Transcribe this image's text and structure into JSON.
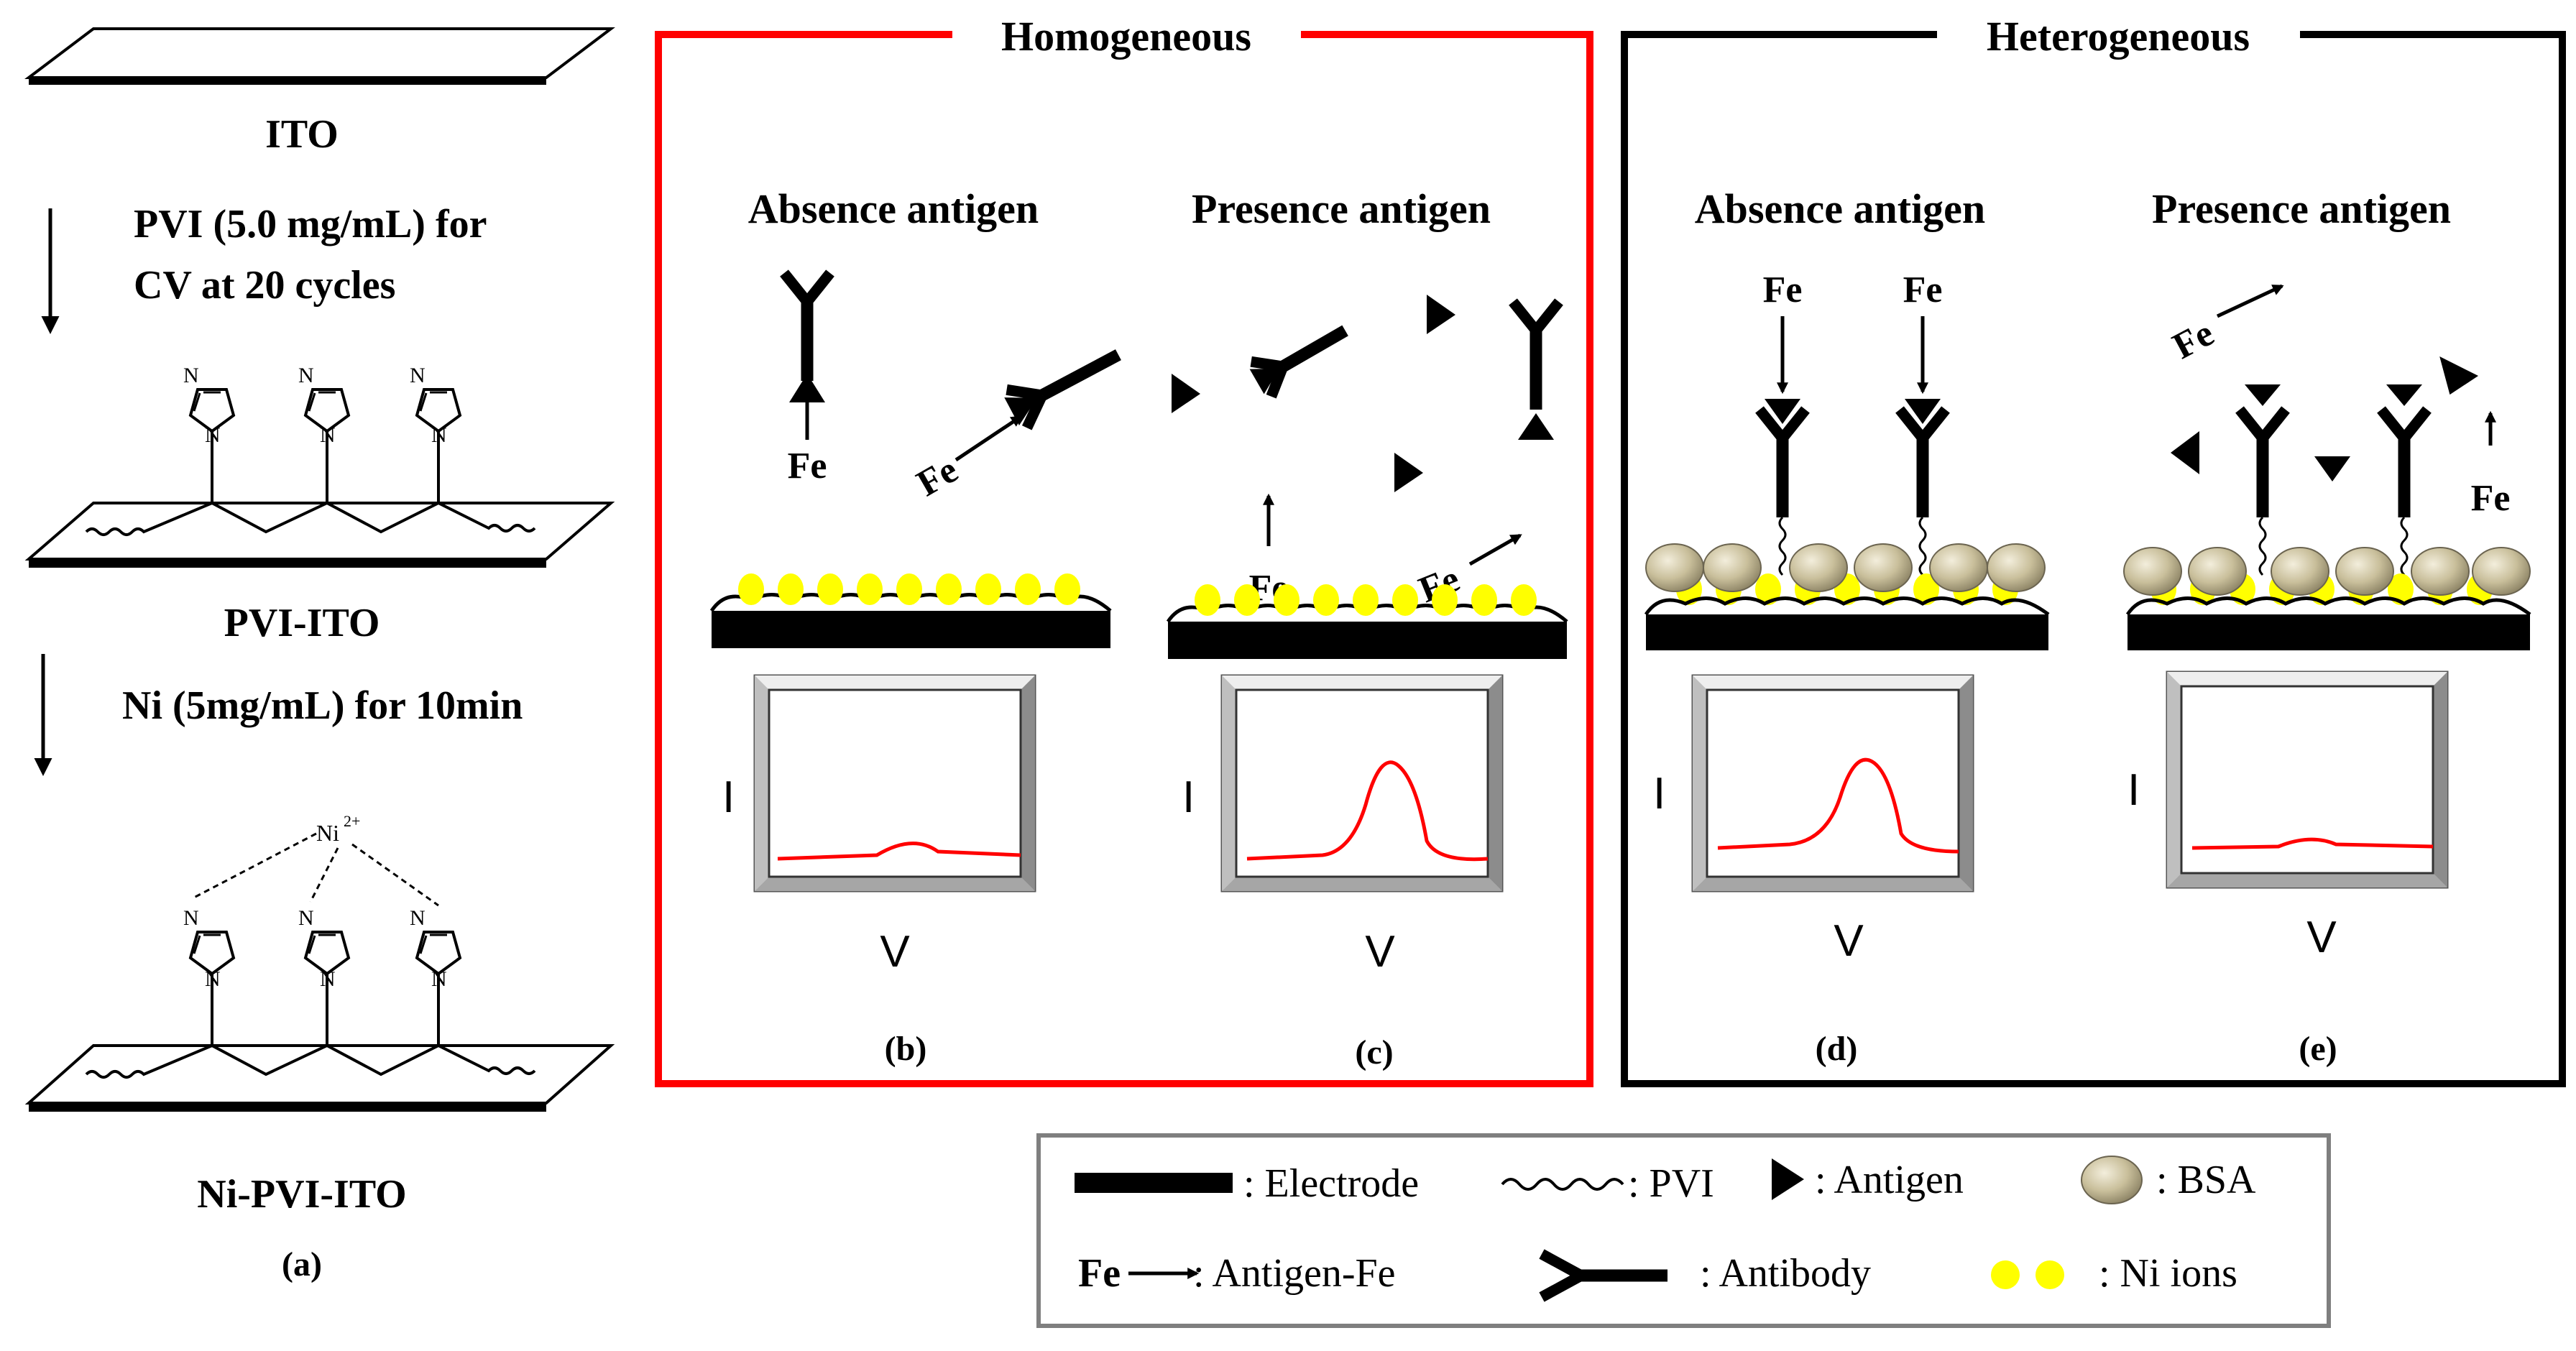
{
  "left_panel": {
    "layer1_label": "ITO",
    "step1_line1": "PVI (5.0 mg/mL)  for",
    "step1_line2": "CV at 20 cycles",
    "layer2_label": "PVI-ITO",
    "step2_label": "Ni (5mg/mL)  for 10min",
    "nickel_label": "Ni",
    "nickel_charge": "2+",
    "atom_n": "N",
    "layer3_label": "Ni-PVI-ITO",
    "panel_tag": "(a)"
  },
  "homogeneous": {
    "title": "Homogeneous",
    "border_color": "#ff0000",
    "absence_title": "Absence antigen",
    "presence_title": "Presence antigen",
    "fe": "Fe",
    "tag_b": "(b)",
    "tag_c": "(c)"
  },
  "heterogeneous": {
    "title": "Heterogeneous",
    "border_color": "#000000",
    "absence_title": "Absence antigen",
    "presence_title": "Presence antigen",
    "fe": "Fe",
    "tag_d": "(d)",
    "tag_e": "(e)"
  },
  "plot_axes": {
    "y": "I",
    "x": "V"
  },
  "curve_color": "#ff0000",
  "ni_color": "#ffff00",
  "legend": {
    "electrode": ": Electrode",
    "pvi": ": PVI",
    "antigen": ": Antigen",
    "bsa": ": BSA",
    "fe": "Fe",
    "antigen_fe": ": Antigen-Fe",
    "antibody": ": Antibody",
    "ni_ions": ": Ni ions"
  }
}
